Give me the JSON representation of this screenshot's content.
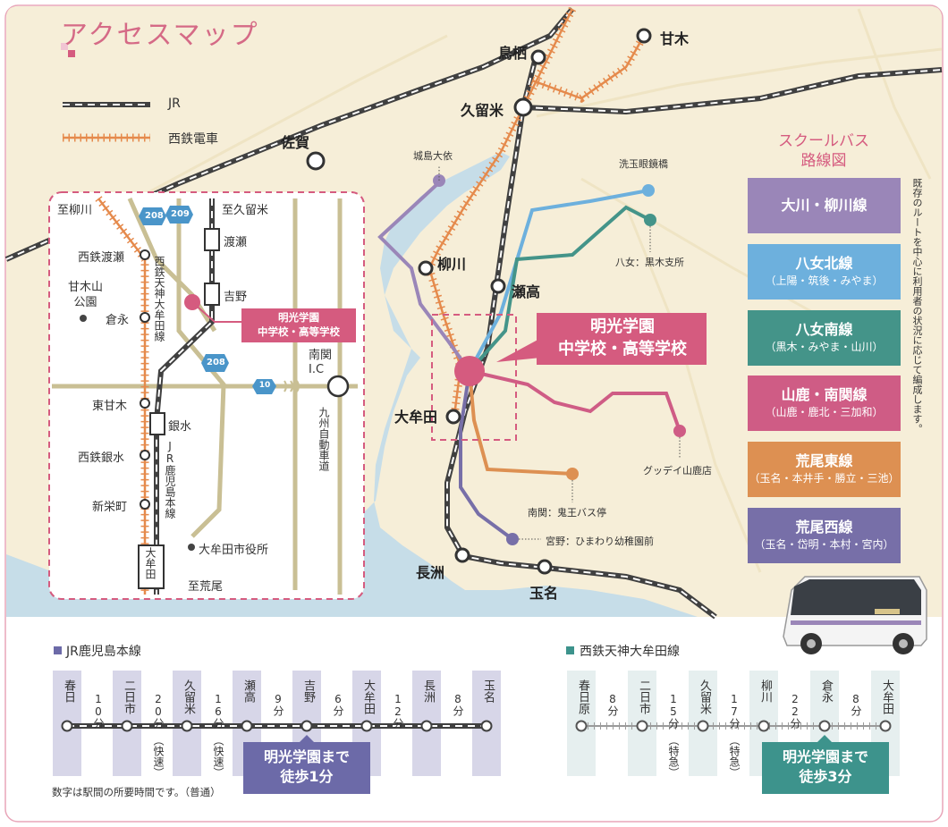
{
  "title": "アクセスマップ",
  "legend": {
    "jr": "JR",
    "nishitetsu": "西鉄電車"
  },
  "colors": {
    "land": "#f6eed8",
    "water": "#c6dde8",
    "pink": "#d55b7f",
    "jr": "#404040",
    "nishitetsu": "#e58a4c",
    "road": "#c9bf94",
    "purple": "#9a86b8",
    "blue": "#6db0dd",
    "teal": "#449489",
    "magenta": "#cf5c85",
    "orange": "#dd9052",
    "violet": "#776fa8"
  },
  "stations": {
    "tosu": "鳥栖",
    "amagi": "甘木",
    "kurume": "久留米",
    "saga": "佐賀",
    "yanagawa": "柳川",
    "setaka": "瀬高",
    "omuta": "大牟田",
    "nagasu": "長洲",
    "tamana": "玉名"
  },
  "school": {
    "name_line1": "明光学園",
    "name_line2": "中学校・高等学校"
  },
  "bus_stops": {
    "joujima": "城島大依",
    "araitama": "洗玉眼鏡橋",
    "yame": "八女：黒木支所",
    "goodday": "グッデイ山鹿店",
    "nankan": "南関：鬼王バス停",
    "miyano": "宮野：ひまわり幼稚園前"
  },
  "inset": {
    "to_yanagawa": "至柳川",
    "to_kurume": "至久留米",
    "to_arao": "至荒尾",
    "stations_left": [
      "西鉄渡瀬",
      "倉永",
      "東甘木",
      "西鉄銀水",
      "新栄町"
    ],
    "stations_jr": [
      "渡瀬",
      "吉野",
      "銀水",
      "大牟田"
    ],
    "park_line1": "甘木山",
    "park_line2": "公園",
    "city_hall": "大牟田市役所",
    "ic_line1": "南関",
    "ic_line2": "I.C",
    "route_208": "208",
    "route_209": "209",
    "route_10": "10",
    "line_nishitetsu": "西鉄天神大牟田線",
    "line_jr": "JR鹿児島本線",
    "expressway": "九州自動車道",
    "school_line1": "明光学園",
    "school_line2": "中学校・高等学校"
  },
  "bus_panel": {
    "title_line1": "スクールバス",
    "title_line2": "路線図",
    "routes": [
      {
        "name": "大川・柳川線",
        "sub": ""
      },
      {
        "name": "八女北線",
        "sub": "（上陽・筑後・みやま）"
      },
      {
        "name": "八女南線",
        "sub": "（黒木・みやま・山川）"
      },
      {
        "name": "山鹿・南関線",
        "sub": "（山鹿・鹿北・三加和）"
      },
      {
        "name": "荒尾東線",
        "sub": "（玉名・本井手・勝立・三池）"
      },
      {
        "name": "荒尾西線",
        "sub": "（玉名・岱明・本村・宮内）"
      }
    ],
    "note": "既存のルートを中心に利用者の状況に応じて編成します。"
  },
  "jr_line": {
    "title": "JR鹿児島本線",
    "stations": [
      "春日",
      "二日市",
      "久留米",
      "瀬高",
      "吉野",
      "大牟田",
      "長洲",
      "玉名"
    ],
    "minutes": [
      "10分",
      "20分",
      "16分",
      "9分",
      "6分",
      "12分",
      "8分"
    ],
    "notes": [
      "",
      "（快速）",
      "（快速）",
      "",
      "",
      "",
      ""
    ],
    "walk_line1": "明光学園まで",
    "walk_line2": "徒歩1分",
    "footnote": "数字は駅間の所要時間です。（普通）"
  },
  "nishitetsu_line": {
    "title": "西鉄天神大牟田線",
    "stations": [
      "春日原",
      "二日市",
      "久留米",
      "柳川",
      "倉永",
      "大牟田"
    ],
    "minutes": [
      "8分",
      "15分",
      "17分",
      "22分",
      "8分"
    ],
    "notes": [
      "",
      "（特急）",
      "（特急）",
      "",
      ""
    ],
    "walk_line1": "明光学園まで",
    "walk_line2": "徒歩3分"
  }
}
